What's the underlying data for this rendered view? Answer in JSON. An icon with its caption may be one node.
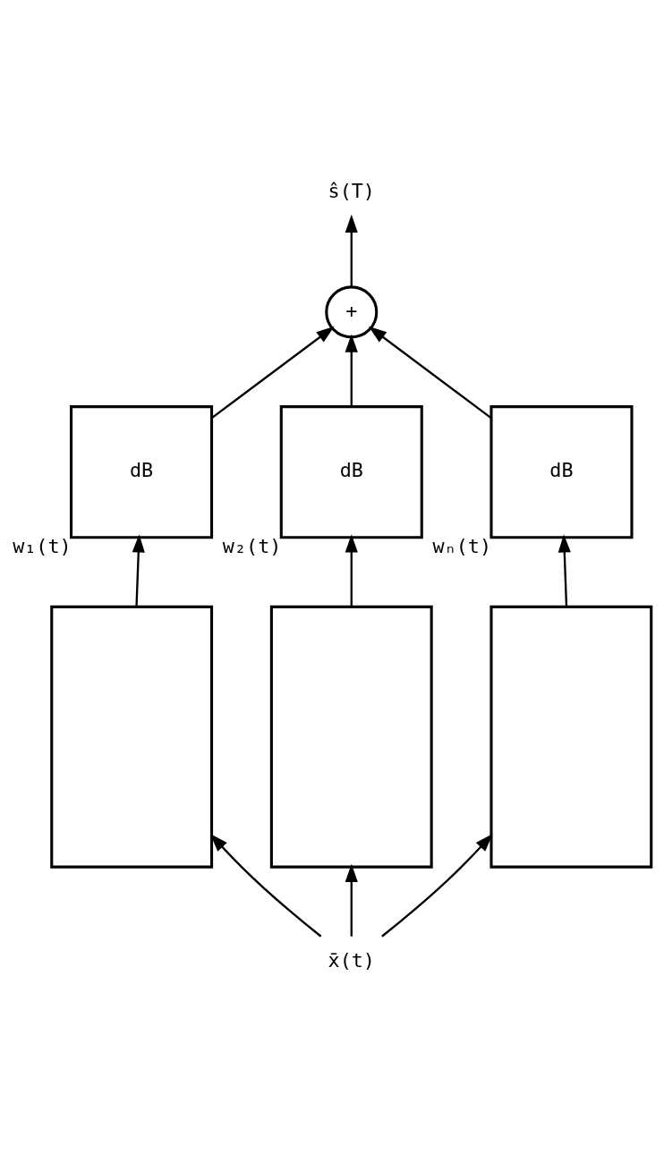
{
  "diagram": {
    "nodes": [
      {
        "text": [
          "x̄(t)"
        ]
      },
      {
        "text": [],
        "shape": "box"
      },
      {
        "text": [],
        "shape": "box"
      },
      {
        "text": [],
        "shape": "box"
      },
      {
        "text": [
          "dB"
        ],
        "beside": [
          "w₁(t)"
        ]
      },
      {
        "text": [
          "dB"
        ],
        "beside": [
          "w₂(t)"
        ]
      },
      {
        "text": [
          "dB"
        ],
        "beside": [
          "wₙ(t)"
        ]
      },
      {
        "text": [
          "+"
        ]
      },
      {
        "text": [
          "ŝ(T)"
        ]
      }
    ],
    "edges": [
      {
        "from": 0,
        "to": 1,
        "arrow": "to"
      },
      {
        "from": 0,
        "to": 2,
        "arrow": "to"
      },
      {
        "from": 0,
        "to": 3,
        "arrow": "to"
      },
      {
        "from": 1,
        "to": 4,
        "arrow": "to"
      },
      {
        "from": 2,
        "to": 5,
        "arrow": "to"
      },
      {
        "from": 3,
        "to": 6,
        "arrow": "to"
      },
      {
        "from": 4,
        "to": 7,
        "arrow": "to"
      },
      {
        "from": 5,
        "to": 7,
        "arrow": "to"
      },
      {
        "from": 6,
        "to": 7,
        "arrow": "to"
      },
      {
        "from": 7,
        "to": 8,
        "arrow": "to"
      }
    ]
  }
}
